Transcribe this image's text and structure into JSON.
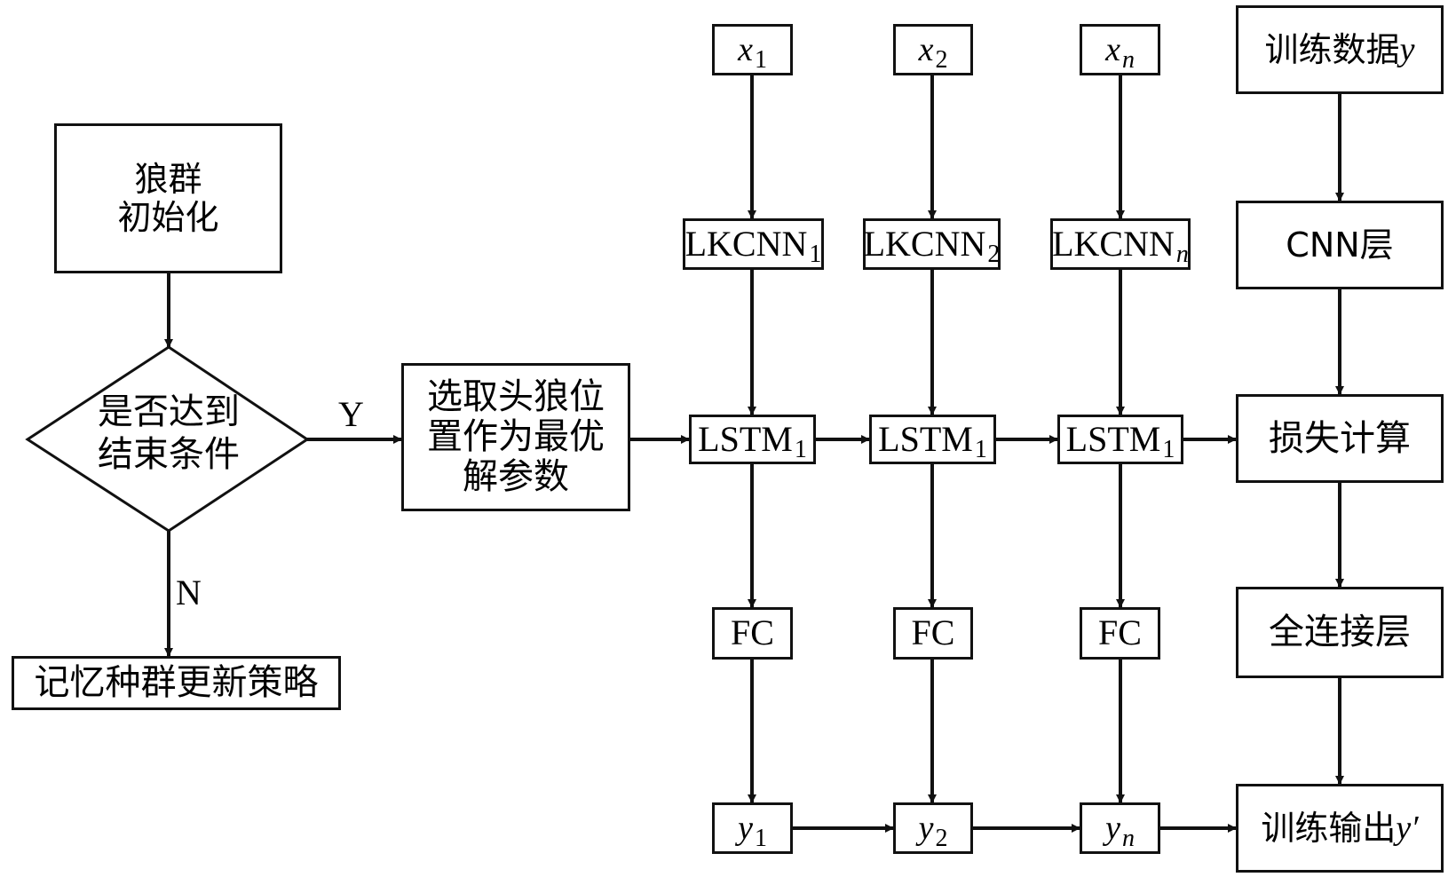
{
  "title": "GWO-optimized LKCNN-LSTM training flowchart",
  "wolf_branch": {
    "init": [
      "狼群",
      "初始化"
    ],
    "decision": [
      "是否达到",
      "结束条件"
    ],
    "yes_label": "Y",
    "no_label": "N",
    "no_action": "记忆种群更新策略",
    "yes_action": [
      "选取头狼位",
      "置作为最优",
      "解参数"
    ]
  },
  "columns": [
    {
      "input_var": "x",
      "input_sub": "1",
      "cnn": "LKCNN",
      "cnn_sub": "1",
      "lstm": "LSTM",
      "lstm_sub": "1",
      "fc": "FC",
      "output_var": "y",
      "output_sub": "1"
    },
    {
      "input_var": "x",
      "input_sub": "2",
      "cnn": "LKCNN",
      "cnn_sub": "2",
      "lstm": "LSTM",
      "lstm_sub": "1",
      "fc": "FC",
      "output_var": "y",
      "output_sub": "2"
    },
    {
      "input_var": "x",
      "input_sub": "n",
      "cnn": "LKCNN",
      "cnn_sub": "n",
      "lstm": "LSTM",
      "lstm_sub": "1",
      "fc": "FC",
      "output_var": "y",
      "output_sub": "n"
    }
  ],
  "training_column": {
    "data": {
      "text": "训练数据",
      "var": "y"
    },
    "cnn_layer": "CNN层",
    "loss": "损失计算",
    "fc_layer": "全连接层",
    "output": {
      "text": "训练输出",
      "var": "y′"
    }
  },
  "colors": {
    "stroke": "#111111",
    "background": "#ffffff"
  }
}
